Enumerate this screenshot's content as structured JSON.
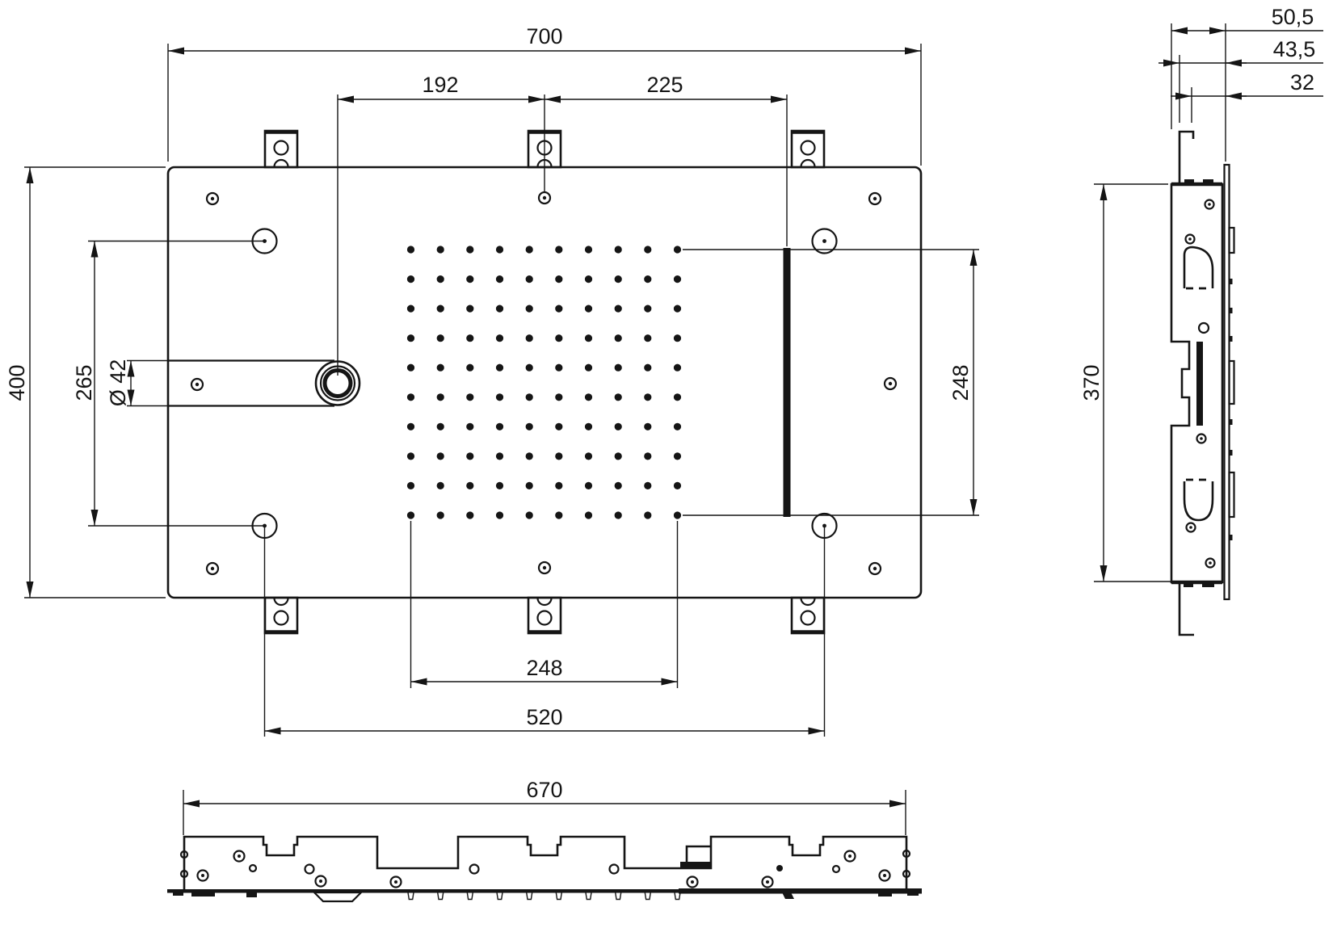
{
  "drawing": {
    "kind": "technical-dimension-drawing",
    "ink_color": "#151515",
    "background_color": "#ffffff"
  },
  "views": {
    "top_view": {
      "dims": {
        "overall_width": "700",
        "inlet_offset": "192",
        "center_to_glass_edge": "225",
        "overall_height": "400",
        "fixing_spacing_vertical": "265",
        "inlet_diameter": "Ø 42",
        "nozzle_field_width": "248",
        "nozzle_field_height": "248",
        "fixing_spacing_horizontal": "520"
      }
    },
    "bottom_view": {
      "dims": {
        "body_width": "670"
      }
    },
    "side_view": {
      "dims": {
        "body_height": "370",
        "total_depth": "50,5",
        "depth_to_face": "43,5",
        "inner_depth": "32"
      }
    }
  }
}
